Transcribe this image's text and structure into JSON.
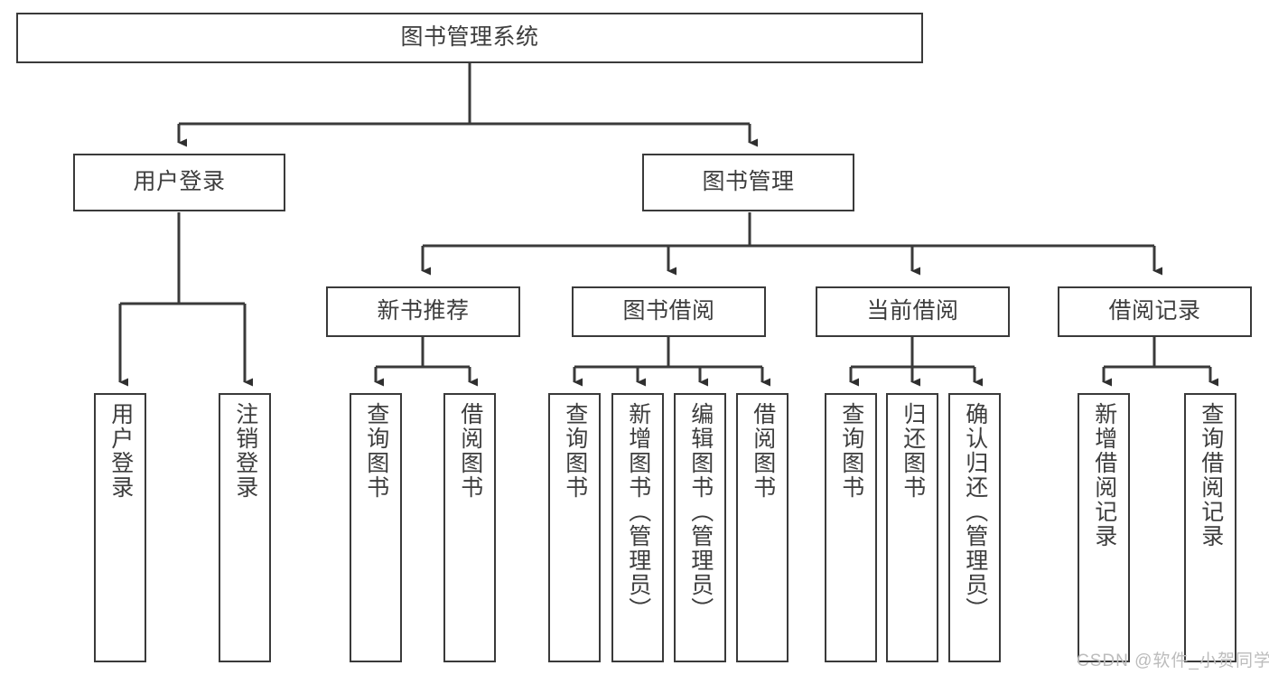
{
  "diagram": {
    "title": "图书管理系统",
    "watermark": "CSDN @软件_小贺同学",
    "colors": {
      "stroke": "#3a3a3a",
      "text": "#3d3d3d",
      "background": "#ffffff",
      "watermark": "#bcbcbc"
    },
    "levels": {
      "root": {
        "label": "图书管理系统"
      },
      "level2": [
        {
          "label": "用户登录"
        },
        {
          "label": "图书管理"
        }
      ],
      "level3": [
        {
          "label": "新书推荐"
        },
        {
          "label": "图书借阅"
        },
        {
          "label": "当前借阅"
        },
        {
          "label": "借阅记录"
        }
      ],
      "leaves": {
        "user_login": [
          {
            "label": "用户登录"
          },
          {
            "label": "注销登录"
          }
        ],
        "new_book_recommend": [
          {
            "label": "查询图书"
          },
          {
            "label": "借阅图书"
          }
        ],
        "book_borrow": [
          {
            "label": "查询图书"
          },
          {
            "label": "新增图书（管理员）"
          },
          {
            "label": "编辑图书（管理员）"
          },
          {
            "label": "借阅图书"
          }
        ],
        "current_borrow": [
          {
            "label": "查询图书"
          },
          {
            "label": "归还图书"
          },
          {
            "label": "确认归还（管理员）"
          }
        ],
        "borrow_record": [
          {
            "label": "新增借阅记录"
          },
          {
            "label": "查询借阅记录"
          }
        ]
      }
    }
  }
}
